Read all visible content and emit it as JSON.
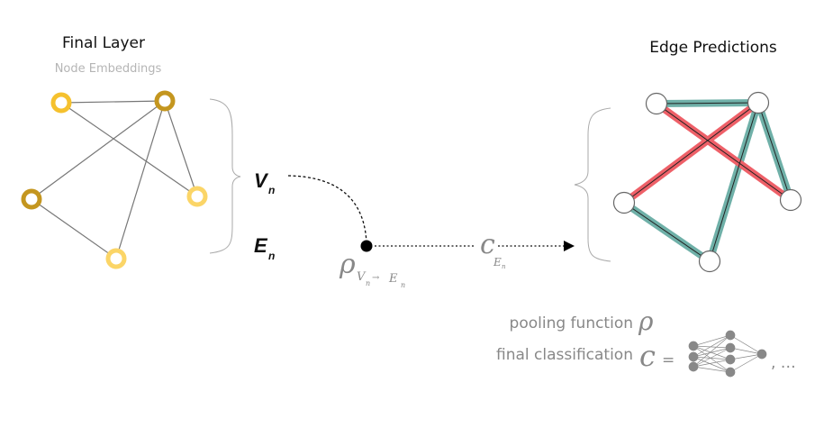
{
  "left_panel": {
    "title": "Final Layer",
    "subtitle": "Node Embeddings",
    "node_colors": [
      "#f5c12e",
      "#c4961f",
      "#fbd567",
      "#c4961f",
      "#fbd567"
    ]
  },
  "labels": {
    "v": "V",
    "v_sub": "n",
    "e": "E",
    "e_sub": "n",
    "rho": "ρ",
    "rho_sub_v": "V",
    "rho_sub_vn": "n",
    "rho_arrow": "→",
    "rho_sub_e": "E",
    "rho_sub_en": "n",
    "c": "c",
    "c_sub_e": "E",
    "c_sub_n": "n"
  },
  "right_panel": {
    "title": "Edge Predictions",
    "positive_color": "#6fb0a8",
    "negative_color": "#ee6068"
  },
  "legend": {
    "pooling_label": "pooling function",
    "pooling_symbol": "ρ",
    "classification_label": "final classification",
    "classification_symbol": "c",
    "equals": "=",
    "ellipsis": ", …"
  }
}
